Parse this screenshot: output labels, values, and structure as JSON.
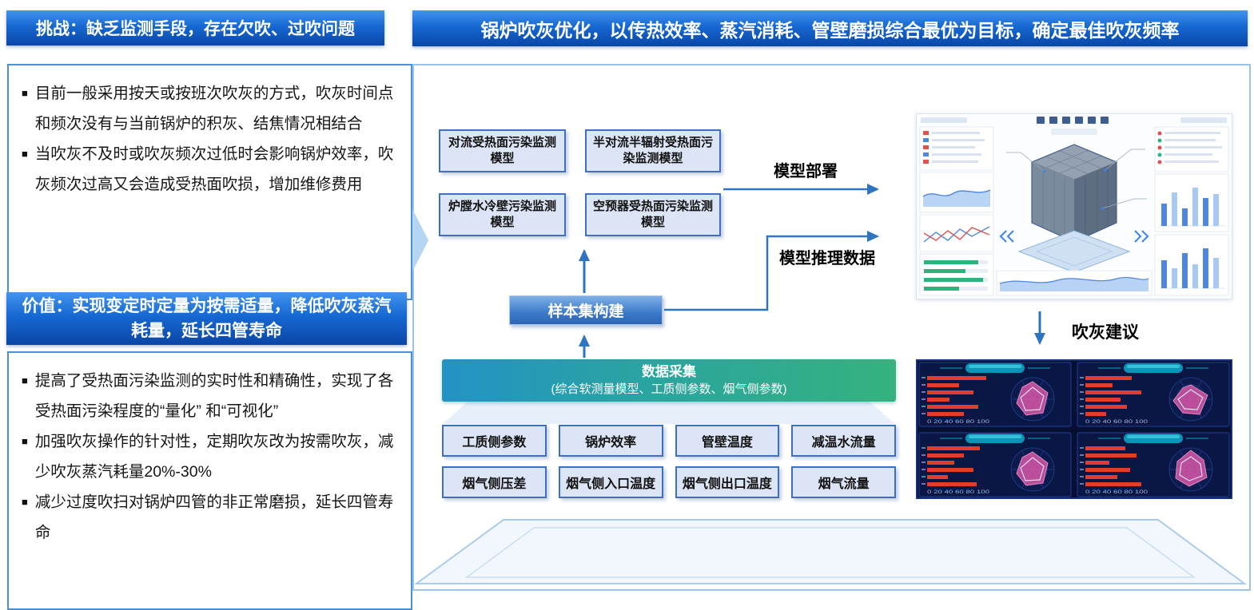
{
  "bullet": "■",
  "left": {
    "challenge_banner_title": "挑战：缺乏监测手段，存在欠吹、过吹问题",
    "challenge_points": [
      "目前一般采用按天或按班次吹灰的方式，吹灰时间点和频次没有与当前锅炉的积灰、结焦情况相结合",
      "当吹灰不及时或吹灰频次过低时会影响锅炉效率，吹灰频次过高又会造成受热面吹损，增加维修费用"
    ],
    "value_banner_title": "价值：实现变定时定量为按需适量，降低吹灰蒸汽耗量，延长四管寿命",
    "value_points": [
      "提高了受热面污染监测的实时性和精确性，实现了各受热面污染程度的“量化” 和“可视化”",
      "加强吹灰操作的针对性，定期吹灰改为按需吹灰，减少吹灰蒸汽耗量20%-30%",
      "减少过度吹扫对锅炉四管的非正常磨损，延长四管寿命"
    ]
  },
  "right": {
    "header_title": "锅炉吹灰优化，以传热效率、蒸汽消耗、管壁磨损综合最优为目标，确定最佳吹灰频率",
    "model_boxes": [
      "对流受热面污染监测模型",
      "半对流半辐射受热面污染监测模型",
      "炉膛水冷壁污染监测模型",
      "空预器受热面污染监测模型"
    ],
    "labels": {
      "deploy": "模型部署",
      "inference": "模型推理数据",
      "suggestion": "吹灰建议",
      "sample_set": "样本集构建"
    },
    "data_collection": {
      "title": "数据采集",
      "subtitle": "(综合软测量模型、工质侧参数、烟气侧参数)"
    },
    "parameters": [
      "工质侧参数",
      "锅炉效率",
      "管壁温度",
      "减温水流量",
      "烟气侧压差",
      "烟气侧入口温度",
      "烟气侧出口温度",
      "烟气流量"
    ],
    "dark_dashboard": {
      "axis_scale": "0  20  40  60  80  100"
    }
  },
  "palette": {
    "banner_blue": "#0d4fae",
    "box_border_blue": "#3f6fc0",
    "box_fill_blue": "#dbe5f5",
    "data_banner_teal": "#2392c6",
    "data_banner_green": "#35b27e",
    "arrow_blue": "#2e74c0",
    "bar_red": "#e23c2e",
    "radar_pink": "#d957a8",
    "progress_green": "#2fb37c"
  }
}
